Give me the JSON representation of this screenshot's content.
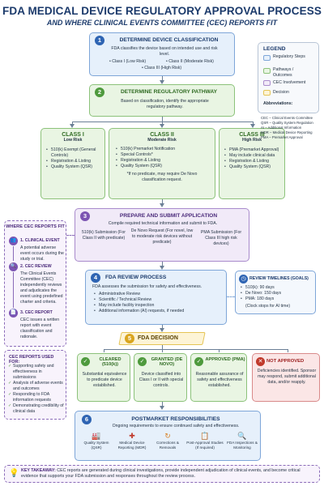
{
  "header": {
    "title": "FDA MEDICAL DEVICE REGULATORY APPROVAL PROCESS",
    "subtitle": "AND WHERE CLINICAL EVENTS COMMITTEE (CEC) REPORTS FIT"
  },
  "step1": {
    "num": "1",
    "title": "DETERMINE DEVICE CLASSIFICATION",
    "desc": "FDA classifies the device based on intended use and risk level.",
    "items": [
      "Class I (Low Risk)",
      "Class II (Moderate Risk)",
      "Class III (High Risk)"
    ]
  },
  "step2": {
    "num": "2",
    "title": "DETERMINE REGULATORY PATHWAY",
    "desc": "Based on classification, identify the appropriate regulatory pathway."
  },
  "classes": [
    {
      "title": "CLASS I",
      "sub": "Low Risk",
      "items": [
        "510(k) Exempt (General Controls)",
        "Registration & Listing",
        "Quality System (QSR)"
      ],
      "note": ""
    },
    {
      "title": "CLASS II",
      "sub": "Moderate Risk",
      "items": [
        "510(k) Premarket Notification",
        "Special Controls*",
        "Registration & Listing",
        "Quality System (QSR)"
      ],
      "note": "*If no predicate, may require De Novo classification request."
    },
    {
      "title": "CLASS III",
      "sub": "High Risk",
      "items": [
        "PMA (Premarket Approval)",
        "May include clinical data",
        "Registration & Listing",
        "Quality System (QSR)"
      ],
      "note": ""
    }
  ],
  "step3": {
    "num": "3",
    "title": "PREPARE AND SUBMIT APPLICATION",
    "desc": "Compile required technical information and submit to FDA.",
    "options": [
      "510(k) Submission (For Class II with predicate)",
      "De Novo Request (For novel, low to moderate risk devices without predicate)",
      "PMA Submission (For Class III high risk devices)"
    ]
  },
  "step4": {
    "num": "4",
    "title": "FDA REVIEW PROCESS",
    "desc": "FDA assesses the submission for safety and effectiveness.",
    "items": [
      "Administrative Review",
      "Scientific / Technical Review",
      "May include facility inspection",
      "Additional information (AI) requests, if needed"
    ]
  },
  "timelines": {
    "title": "REVIEW TIMELINES (GOALS)",
    "items": [
      "510(k): 90 days",
      "De Novo: 150 days",
      "PMA: 180 days"
    ],
    "note": "(Clock stops for AI time)"
  },
  "step5": {
    "num": "5",
    "title": "FDA DECISION"
  },
  "decisions": [
    {
      "title": "CLEARED (510(k))",
      "desc": "Substantial equivalence to predicate device established.",
      "symbol": "✓"
    },
    {
      "title": "GRANTED (DE NOVO)",
      "desc": "Device classified into Class I or II with special controls.",
      "symbol": "✓"
    },
    {
      "title": "APPROVED (PMA)",
      "desc": "Reasonable assurance of safety and effectiveness established.",
      "symbol": "✓"
    },
    {
      "title": "NOT APPROVED",
      "desc": "Deficiencies identified. Sponsor may respond, submit additional data, and/or reapply.",
      "symbol": "✕"
    }
  ],
  "step6": {
    "num": "6",
    "title": "POSTMARKET RESPONSIBILITIES",
    "desc": "Ongoing requirements to ensure continued safety and effectiveness.",
    "items": [
      {
        "label": "Quality System (QSR)",
        "icon": "factory-icon"
      },
      {
        "label": "Medical Device Reporting (MDR)",
        "icon": "medical-report-icon"
      },
      {
        "label": "Corrections & Removals",
        "icon": "recall-icon"
      },
      {
        "label": "Post-Approval Studies (If required)",
        "icon": "clipboard-icon"
      },
      {
        "label": "FDA Inspections & Monitoring",
        "icon": "magnifier-icon"
      }
    ]
  },
  "legend": {
    "title": "LEGEND",
    "items": [
      "Regulatory Steps",
      "Pathways / Outcomes",
      "CEC Involvement",
      "Decision"
    ],
    "abbr_title": "Abbreviations:",
    "abbr": [
      "CEC – Clinical Events Committee",
      "QSR – Quality System Regulation",
      "AI – Additional Information",
      "MDR – Medical Device Reporting",
      "PMA – Premarket Approval"
    ]
  },
  "cec": {
    "title": "WHERE CEC REPORTS FIT",
    "steps": [
      {
        "num": "1.",
        "title": "CLINICAL EVENT",
        "desc": "A potential adverse event occurs during the study or trial."
      },
      {
        "num": "2.",
        "title": "CEC REVIEW",
        "desc": "The Clinical Events Committee (CEC) independently reviews and adjudicates the event using predefined charter and criteria."
      },
      {
        "num": "3.",
        "title": "CEC REPORT",
        "desc": "CEC issues a written report with event classification and rationale."
      }
    ],
    "uses_title": "CEC REPORTS USED FOR:",
    "uses": [
      "Supporting safety and effectiveness in submissions",
      "Analysis of adverse events and outcomes",
      "Responding to FDA information requests",
      "Demonstrating credibility of clinical data"
    ]
  },
  "takeaway": {
    "label": "KEY TAKEAWAY:",
    "text": "CEC reports are generated during clinical investigations, provide independent adjudication of clinical events, and become critical evidence that supports your FDA submission and responses throughout the review process."
  },
  "colors": {
    "navy": "#1b3a6b",
    "blue": "#2e64b3",
    "green": "#4e9a3d",
    "purple": "#7b54b2",
    "gold": "#d9a51f",
    "red": "#c0392b"
  }
}
